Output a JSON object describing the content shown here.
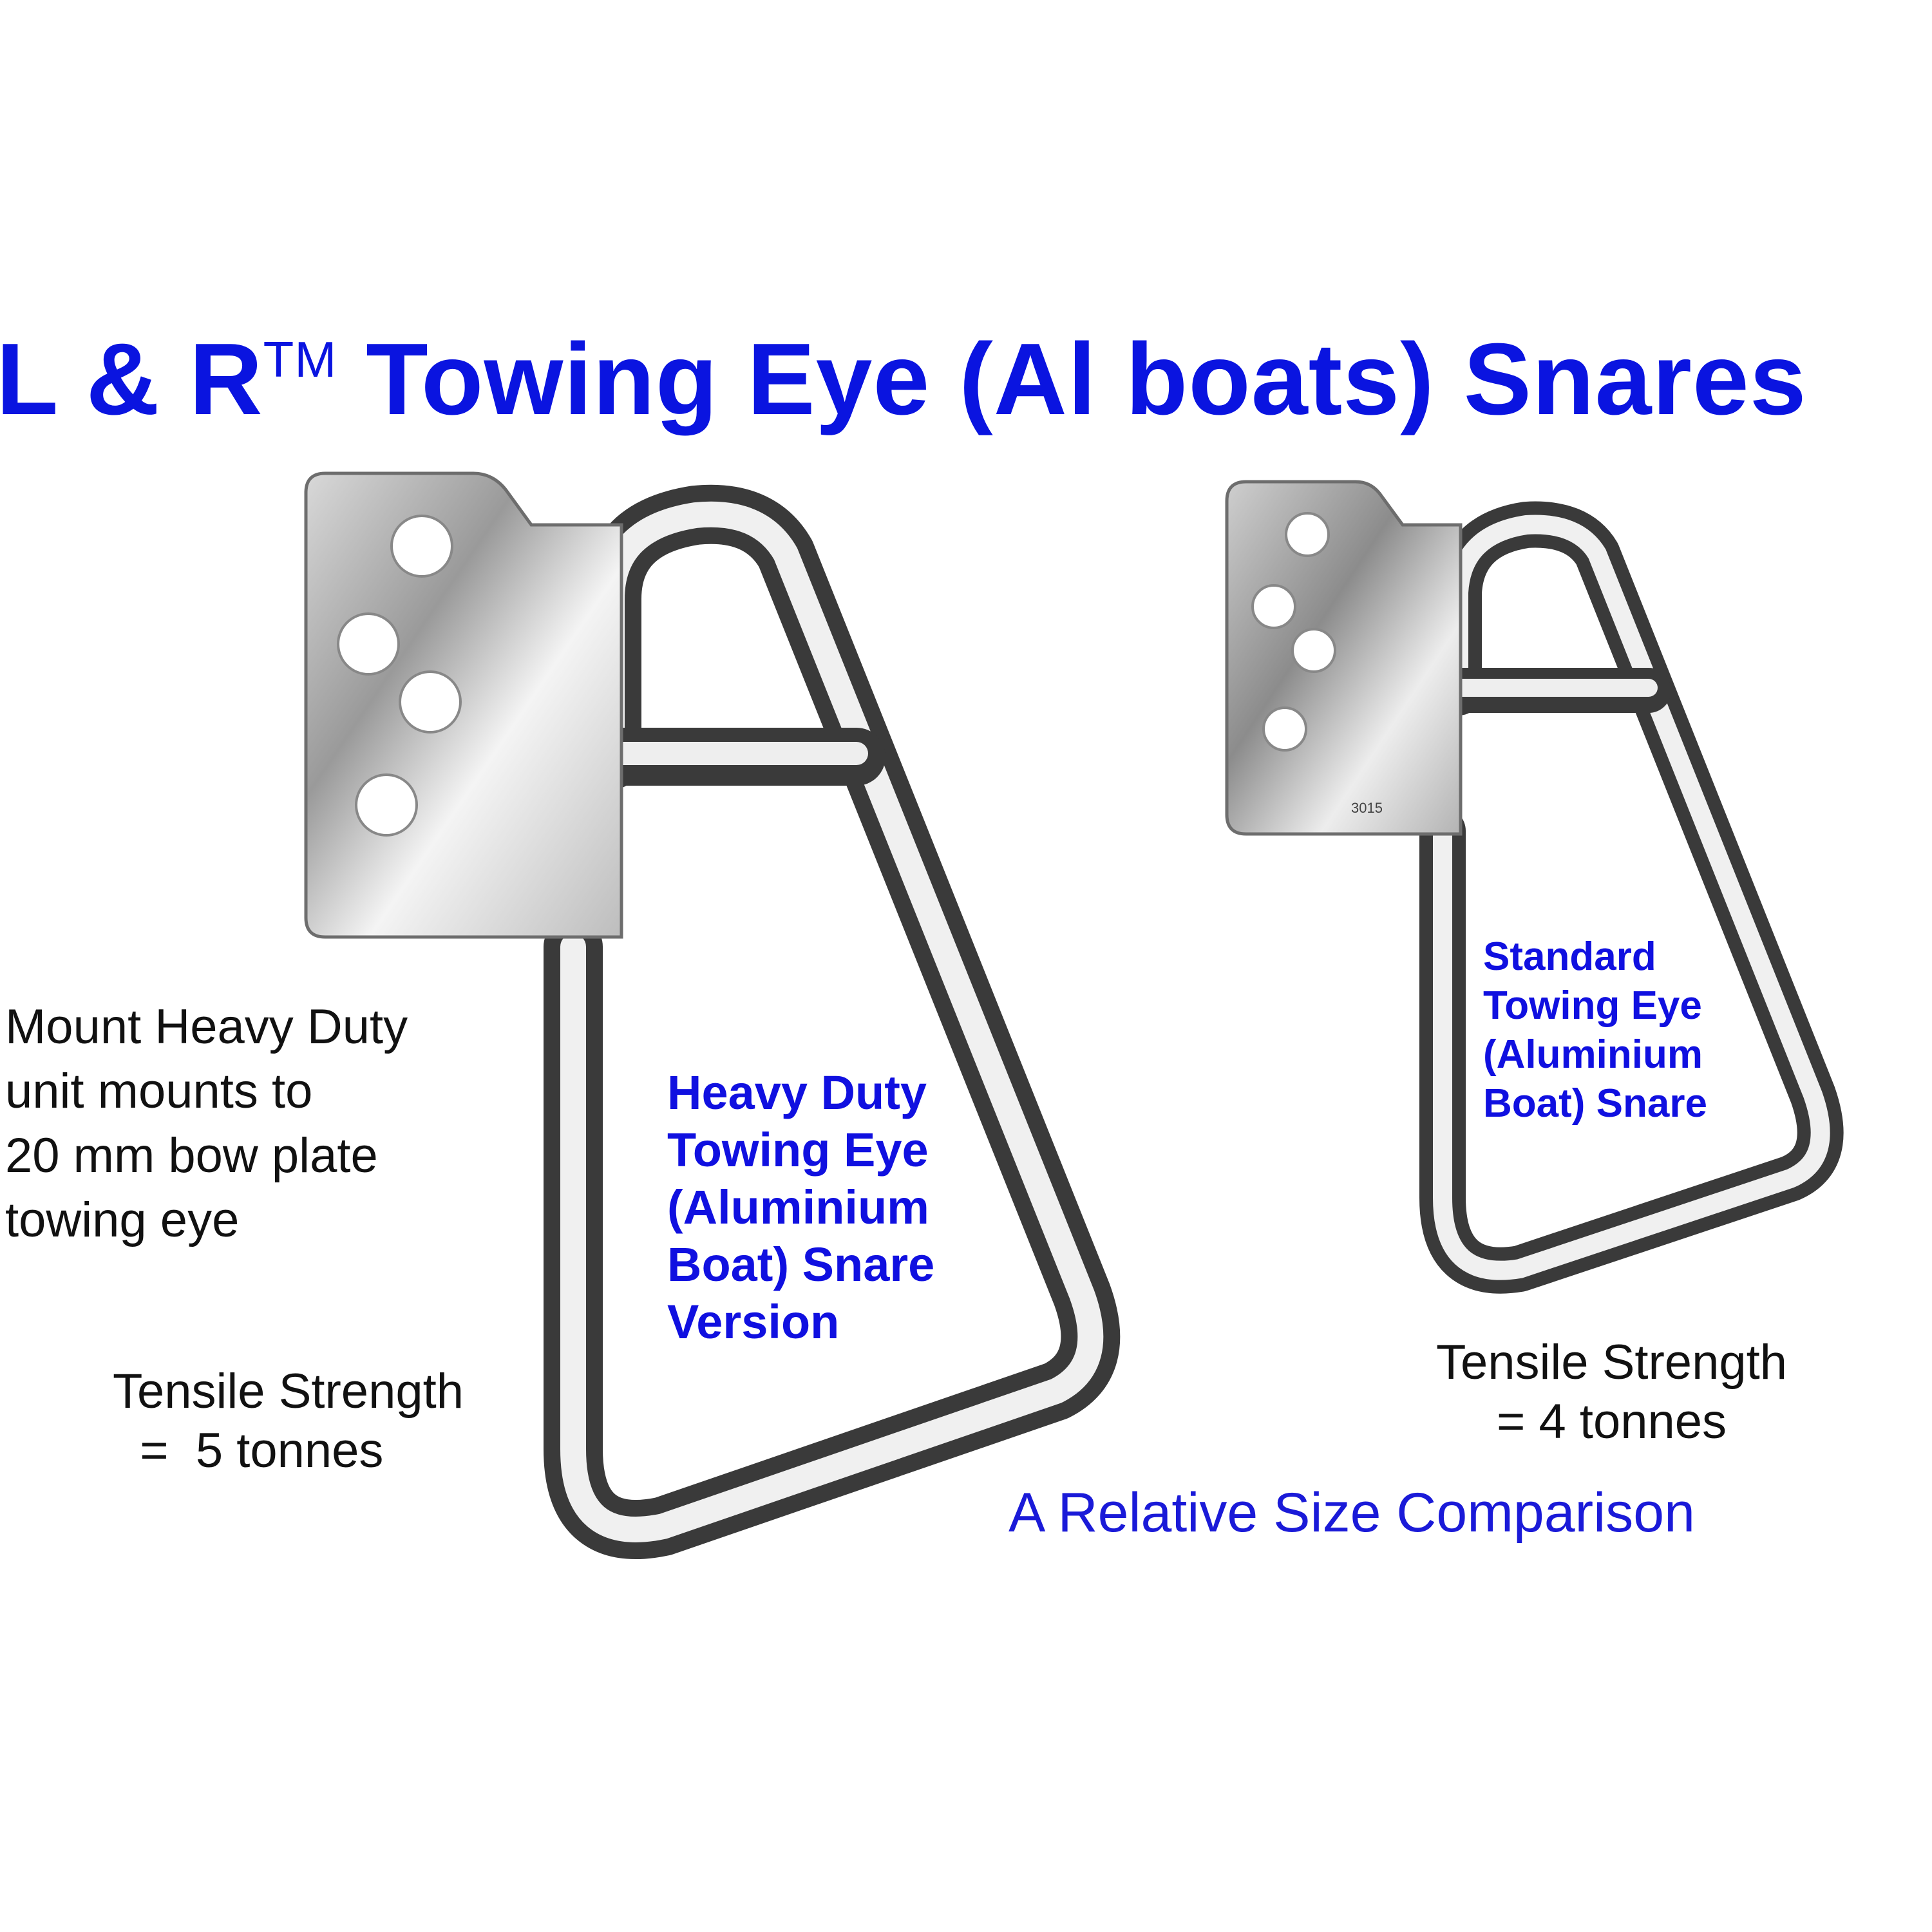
{
  "title": {
    "main_prefix": "L & R",
    "trademark": "TM",
    "main_suffix": " Towing Eye (Al boats) Snares"
  },
  "mount_note": {
    "lines": [
      "Mount Heavy Duty",
      "unit mounts to",
      "20 mm bow plate",
      "towing eye"
    ]
  },
  "heavy_duty": {
    "label_lines": [
      "Heavy Duty",
      "Towing Eye",
      "(Aluminium",
      "Boat) Snare",
      "Version"
    ],
    "tensile_line1": "Tensile Strength",
    "tensile_line2": "  =  5 tonnes"
  },
  "standard": {
    "label_lines": [
      "Standard",
      "Towing Eye",
      "(Aluminium",
      "Boat) Snare"
    ],
    "tensile_line1": "Tensile Strength",
    "tensile_line2": "= 4 tonnes",
    "plate_stamp": "3015"
  },
  "comparison_caption": "A Relative Size Comparison",
  "colors": {
    "title_blue": "#0a14e0",
    "label_blue": "#1010e0",
    "steel_light": "#f2f2f2",
    "steel_dark": "#2a2a2a"
  }
}
